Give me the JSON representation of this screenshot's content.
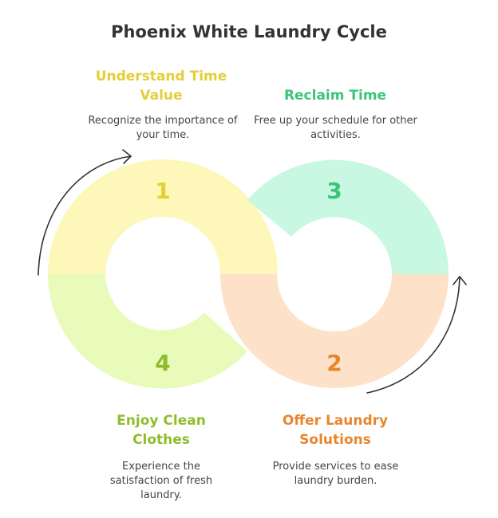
{
  "title": "Phoenix White Laundry Cycle",
  "steps": [
    {
      "number": "1",
      "title": "Understand Time Value",
      "description": "Recognize the importance of your time.",
      "fill": "#fdf7b9",
      "accent": "#e3cf38"
    },
    {
      "number": "2",
      "title": "Offer Laundry Solutions",
      "description": "Provide services to ease laundry burden.",
      "fill": "#fde1c8",
      "accent": "#e8862e"
    },
    {
      "number": "3",
      "title": "Reclaim Time",
      "description": "Free up your schedule for other activities.",
      "fill": "#c9f8e2",
      "accent": "#3cc47a"
    },
    {
      "number": "4",
      "title": "Enjoy Clean Clothes",
      "description": "Experience the satisfaction of fresh laundry.",
      "fill": "#e8fbbb",
      "accent": "#8ebd2c"
    }
  ],
  "colors": {
    "title": "#333333",
    "arrow": "#333333"
  },
  "icons": [
    "cycle-arrow-left",
    "cycle-arrow-right"
  ]
}
